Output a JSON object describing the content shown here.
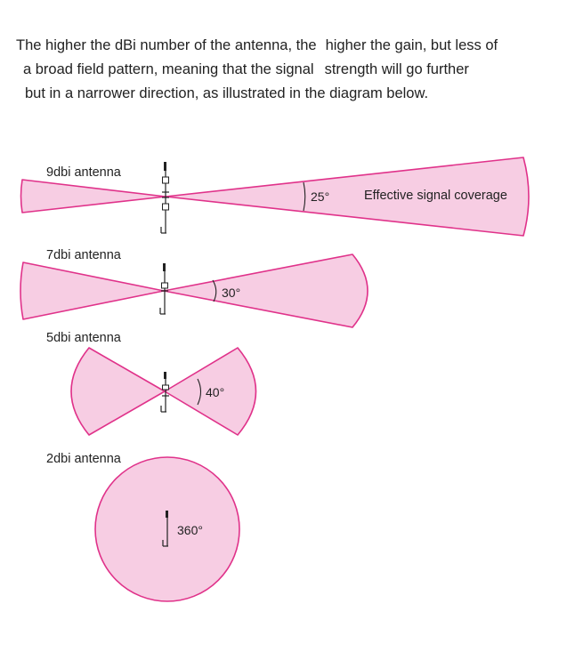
{
  "intro": {
    "line1a": "The higher the dBi number of the antenna, the",
    "line1b": "higher the gain, but less of",
    "line2a": "a broad field pattern, meaning that the signal",
    "line2b": "strength will go further",
    "line3": "but in a narrower direction, as illustrated in the diagram below."
  },
  "antennas": [
    {
      "label": "9dbi antenna",
      "angle": "25°",
      "coverage_label": "Effective signal coverage"
    },
    {
      "label": "7dbi antenna",
      "angle": "30°"
    },
    {
      "label": "5dbi antenna",
      "angle": "40°"
    },
    {
      "label": "2dbi antenna",
      "angle": "360°"
    }
  ],
  "colors": {
    "beam_fill": "#f7cde3",
    "beam_stroke": "#e0328a",
    "text": "#222222"
  }
}
